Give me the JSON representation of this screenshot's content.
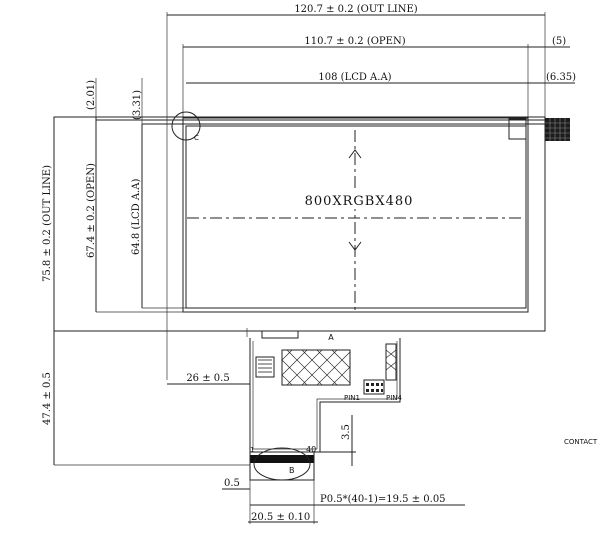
{
  "dimensions": {
    "outline_width": "120.7 ± 0.2 (OUT LINE)",
    "open_width": "110.7 ± 0.2 (OPEN)",
    "lcd_aa_width": "108 (LCD A.A)",
    "right_offset_top": "(5)",
    "right_offset_aa": "(6.35)",
    "left_offset_201": "(2.01)",
    "left_offset_331": "(3.31)",
    "outline_height": "75.8 ± 0.2 (OUT LINE)",
    "open_height": "67.4 ± 0.2 (OPEN)",
    "lcd_aa_height": "64.8 (LCD A.A)",
    "fpc_offset": "26 ± 0.5",
    "total_height": "47.4 ± 0.5",
    "fpc_step": "3.5",
    "pin_width": "0.5",
    "pitch": "P0.5*(40-1)=19.5 ± 0.05",
    "connector_width": "20.5 ± 0.10"
  },
  "labels": {
    "resolution": "800XRGBX480",
    "detail_c": "C",
    "detail_a": "A",
    "detail_b": "B",
    "pin1": "PIN1",
    "pin4": "PIN4",
    "contact_pin1": "1",
    "contact_pin40": "40",
    "contact": "CONTACT"
  }
}
